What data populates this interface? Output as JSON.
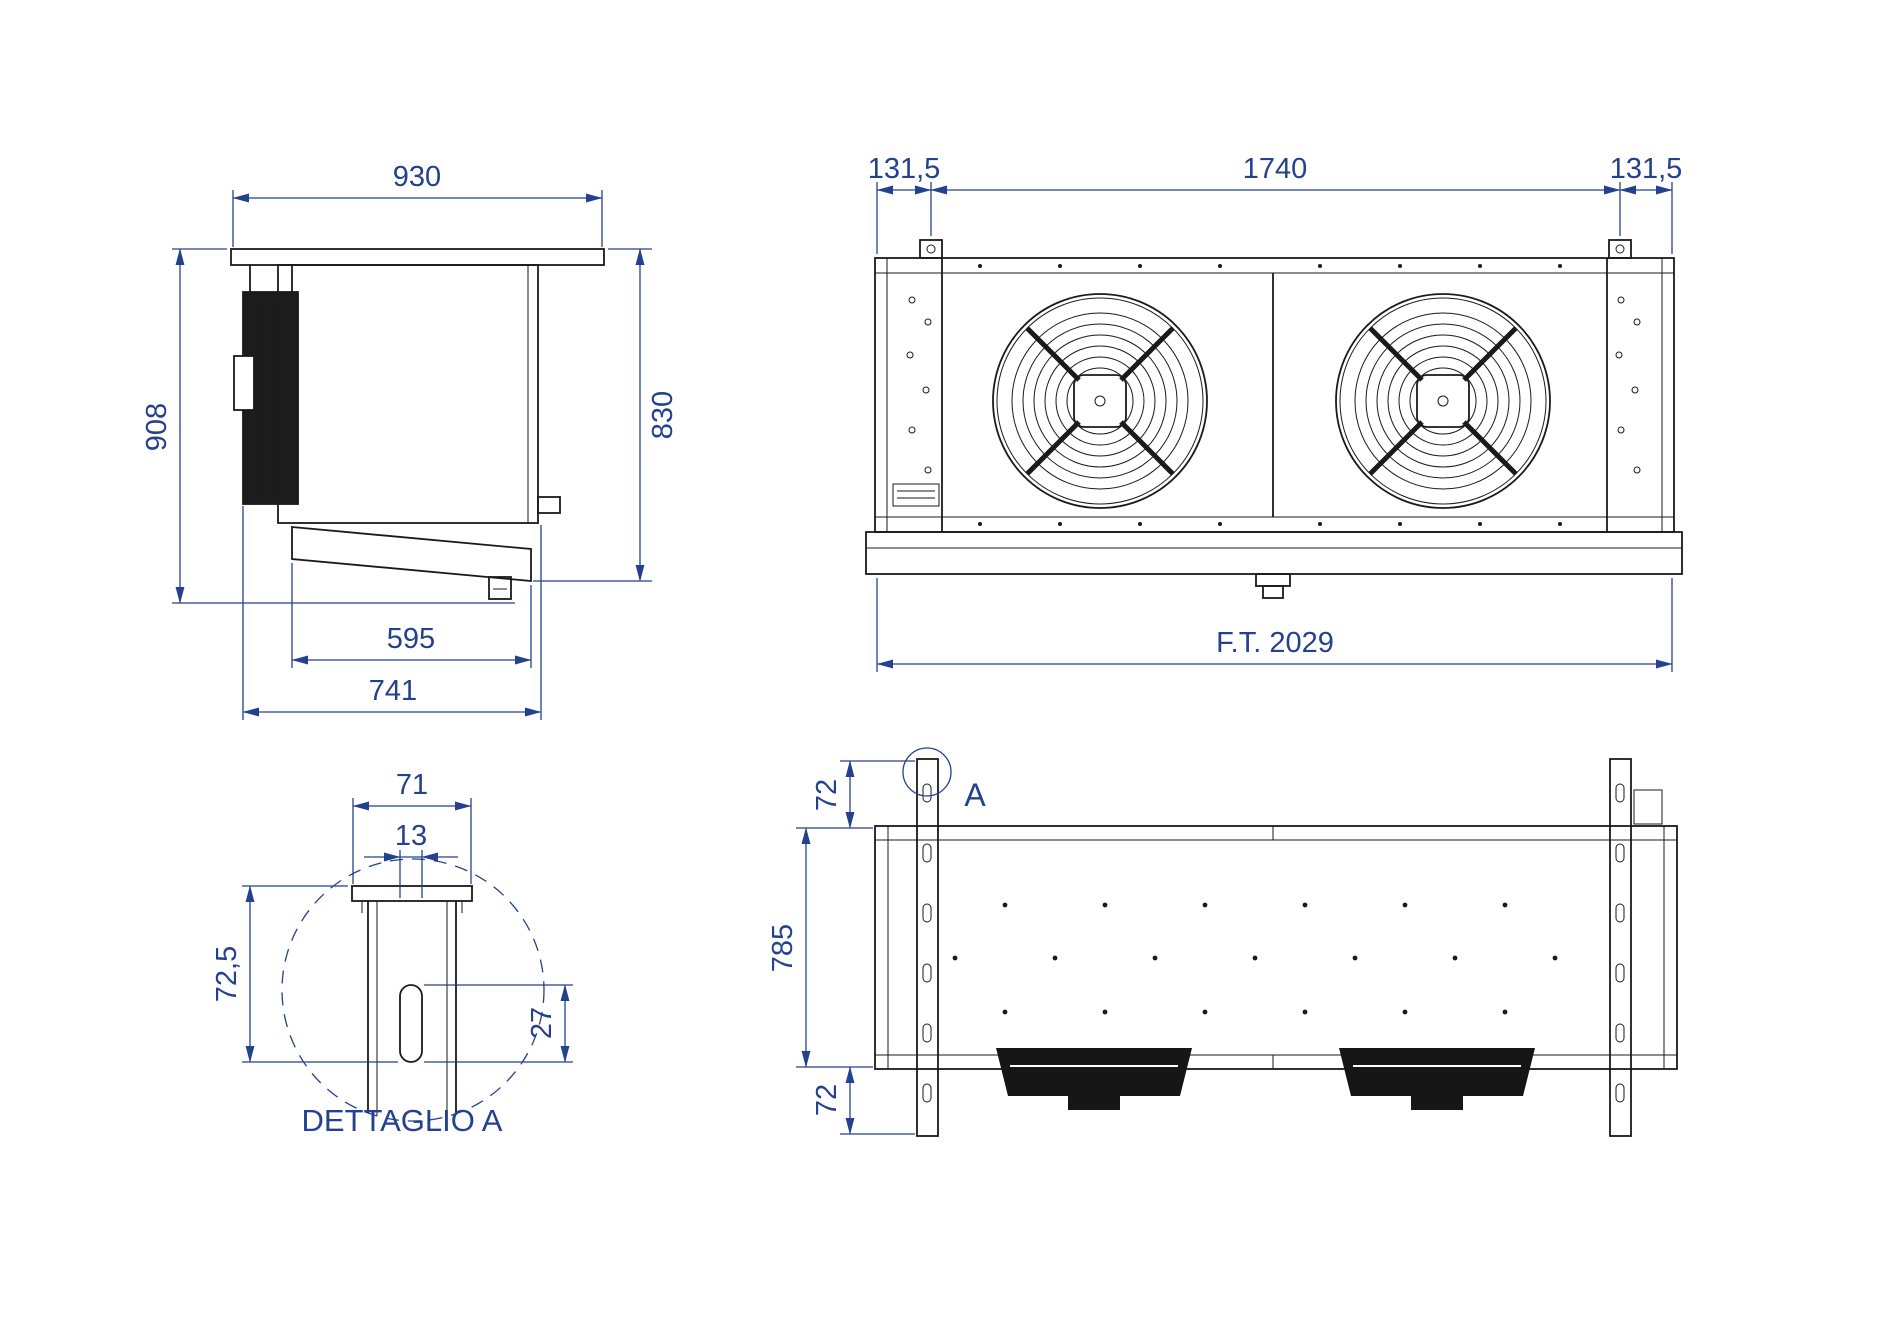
{
  "colors": {
    "dimension_blue": "#23418f",
    "line_black": "#1a1a1a",
    "background": "#ffffff"
  },
  "views": {
    "side": {
      "dim_top_width": "930",
      "dim_height_overall": "908",
      "dim_height_body": "830",
      "dim_tray_width": "595",
      "dim_depth": "741"
    },
    "front": {
      "dim_offset_left": "131,5",
      "dim_bracket_span": "1740",
      "dim_offset_right": "131,5",
      "dim_overall_length": "F.T. 2029"
    },
    "plan": {
      "dim_bracket_top": "72",
      "dim_depth": "785",
      "dim_bracket_bottom": "72",
      "detail_callout": "A"
    },
    "detail": {
      "title": "DETTAGLIO A",
      "dim_bracket_width": "71",
      "dim_hole_width": "13",
      "dim_height": "72,5",
      "dim_slot_height": "27"
    }
  }
}
